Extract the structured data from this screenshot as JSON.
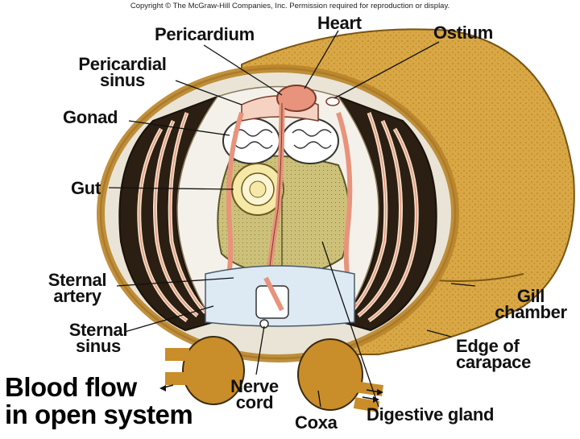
{
  "copyright": "Copyright © The McGraw-Hill Companies, Inc. Permission required for reproduction or display.",
  "title": {
    "line1": "Blood flow",
    "line2": "in open system"
  },
  "labels": {
    "heart": "Heart",
    "pericardium": "Pericardium",
    "ostium": "Ostium",
    "pericardial_sinus_1": "Pericardial",
    "pericardial_sinus_2": "sinus",
    "gonad": "Gonad",
    "gut": "Gut",
    "sternal_artery_1": "Sternal",
    "sternal_artery_2": "artery",
    "sternal_sinus_1": "Sternal",
    "sternal_sinus_2": "sinus",
    "gill_chamber_1": "Gill",
    "gill_chamber_2": "chamber",
    "edge_of_carapace_1": "Edge of",
    "edge_of_carapace_2": "carapace",
    "nerve_cord_1": "Nerve",
    "nerve_cord_2": "cord",
    "coxa": "Coxa",
    "digestive_gland": "Digestive gland"
  },
  "colors": {
    "carapace": "#d9a744",
    "carapace_dark": "#b9842a",
    "artery": "#e8937c",
    "gill_lamella": "#f2e0c8",
    "gonad": "#ffffff",
    "digestive_gland": "#cdc17a",
    "leg": "#c98d2a"
  }
}
